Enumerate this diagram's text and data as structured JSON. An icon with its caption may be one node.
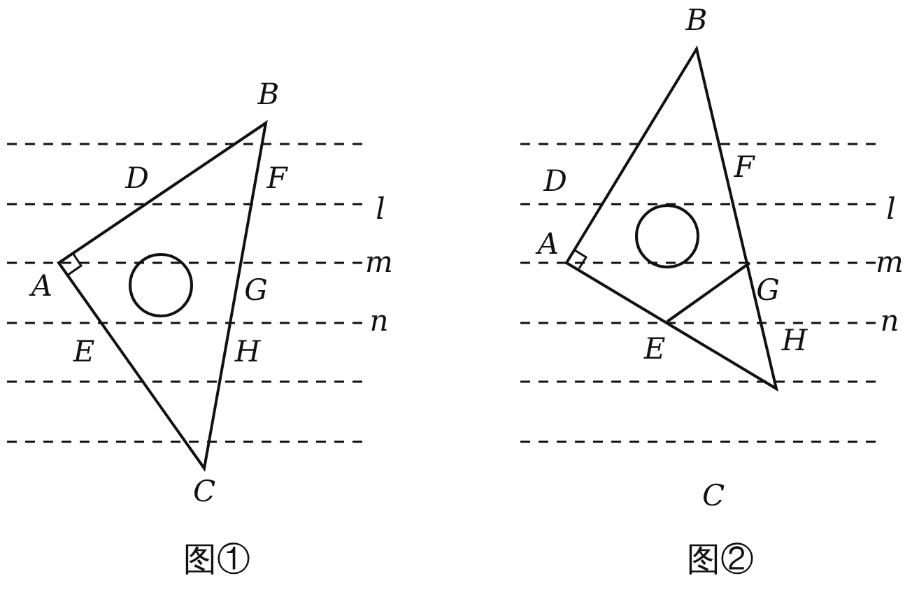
{
  "diagram": {
    "labels": [
      "B",
      "D",
      "F",
      "l",
      "A",
      "m",
      "G",
      "n",
      "E",
      "H",
      "C",
      "图①",
      "B",
      "F",
      "D",
      "l",
      "A",
      "m",
      "G",
      "n",
      "E",
      "H",
      "C",
      "图②"
    ]
  }
}
